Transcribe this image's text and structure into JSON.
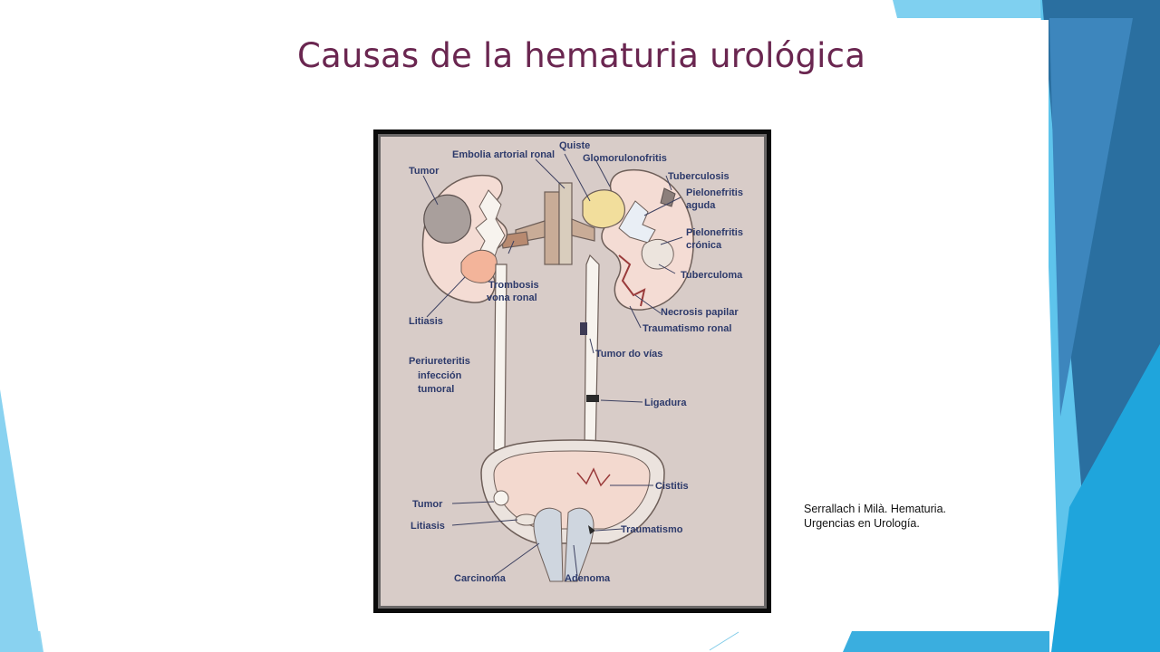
{
  "slide": {
    "title": "Causas de la hematuria urológica",
    "citation_line1": "Serrallach i Milà. Hematuria.",
    "citation_line2": "Urgencias en Urología."
  },
  "diagram": {
    "labels": {
      "tumor_kidney": "Tumor",
      "embolia": "Embolia artorial ronal",
      "quiste": "Quiste",
      "glomerulonefritis": "Glomorulonofritis",
      "tuberculosis": "Tuberculosis",
      "pielonefritis_aguda_1": "Pielonefritis",
      "pielonefritis_aguda_2": "aguda",
      "pielonefritis_cronica_1": "Pielonefritis",
      "pielonefritis_cronica_2": "crónica",
      "tuberculoma": "Tuberculoma",
      "trombosis_1": "Trombosis",
      "trombosis_2": "vona ronal",
      "necrosis": "Necrosis papilar",
      "litiasis_kidney": "Litiasis",
      "traumatismo_renal": "Traumatismo ronal",
      "tumor_vias": "Tumor do vías",
      "periureteritis_1": "Periureteritis",
      "periureteritis_2": "infección",
      "periureteritis_3": "tumoral",
      "ligadura": "Ligadura",
      "cistitis": "Cistitis",
      "tumor_bladder": "Tumor",
      "litiasis_bladder": "Litiasis",
      "traumatismo": "Traumatismo",
      "carcinoma": "Carcinoma",
      "adenoma": "Adenoma"
    }
  },
  "colors": {
    "title": "#6a2650",
    "label": "#2d3a6b",
    "figure_bg": "#d8ccc8",
    "accent_dark": "#1e6aa0",
    "accent_light": "#29abe2"
  }
}
